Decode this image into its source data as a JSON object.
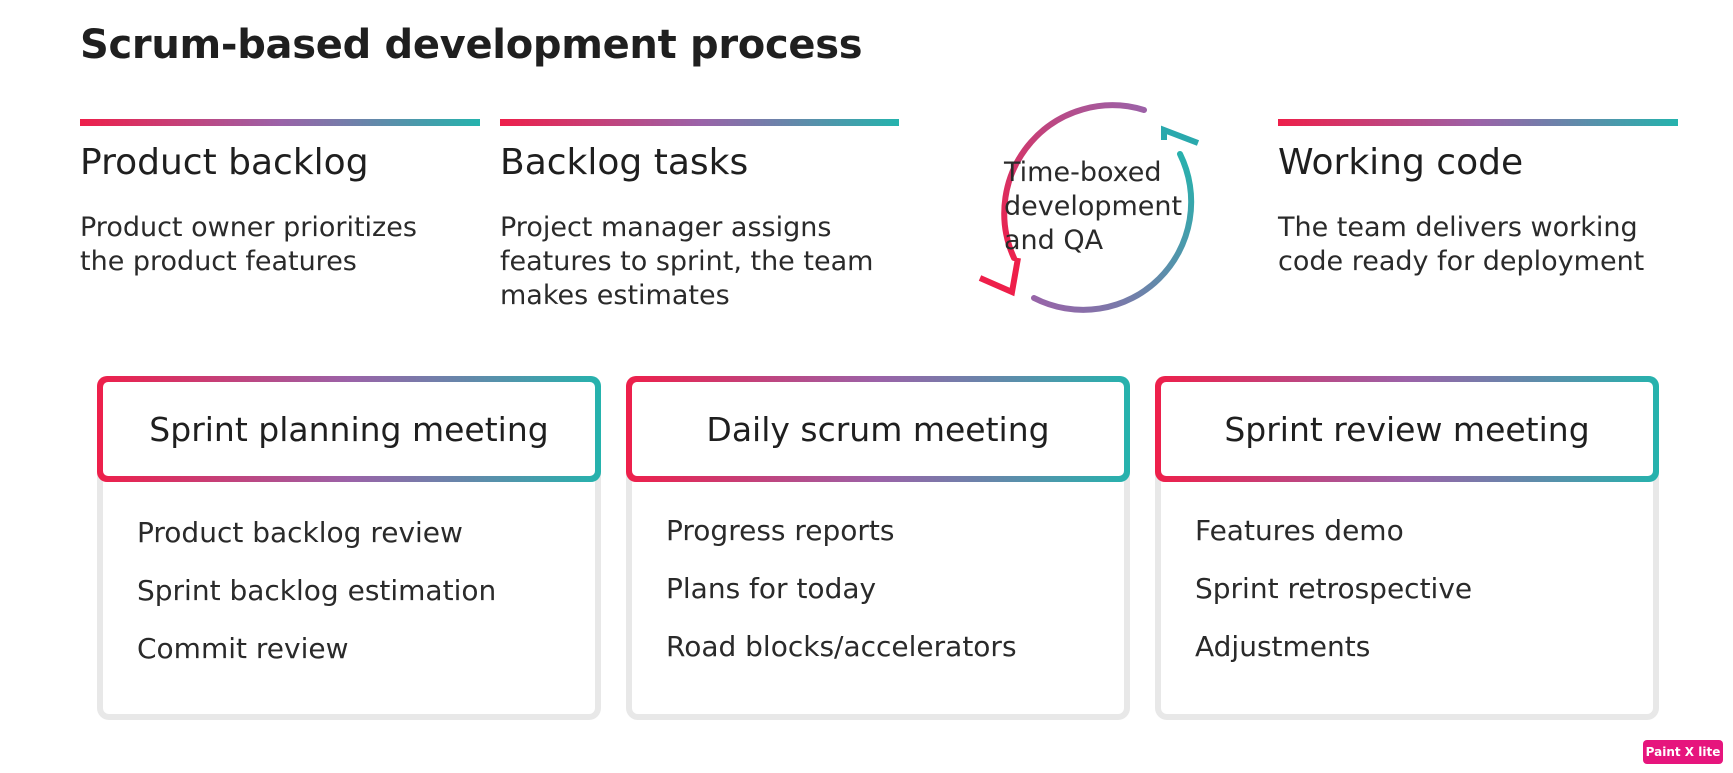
{
  "title": "Scrum-based development process",
  "colors": {
    "gradient_start": "#ee1f4a",
    "gradient_mid": "#9b62a8",
    "gradient_end": "#25b3ad",
    "card_border": "#e8e8e8"
  },
  "columns": [
    {
      "heading": "Product backlog",
      "description": "Product owner prioritizes\nthe product features"
    },
    {
      "heading": "Backlog tasks",
      "description": "Project manager assigns\nfeatures to sprint, the team\nmakes estimates"
    },
    {
      "heading": "Working code",
      "description": "The team delivers working\ncode ready for deployment"
    }
  ],
  "cycle": {
    "icon": "cycle-arrows-icon",
    "text": "Time-boxed\ndevelopment\nand QA"
  },
  "meetings": [
    {
      "title": "Sprint planning meeting",
      "items": [
        "Product backlog review",
        "Sprint backlog estimation",
        "Commit review"
      ]
    },
    {
      "title": "Daily scrum meeting",
      "items": [
        "Progress reports",
        "Plans for today",
        "Road blocks/accelerators"
      ]
    },
    {
      "title": "Sprint review meeting",
      "items": [
        "Features demo",
        "Sprint retrospective",
        "Adjustments"
      ]
    }
  ],
  "watermark": "Paint X lite"
}
